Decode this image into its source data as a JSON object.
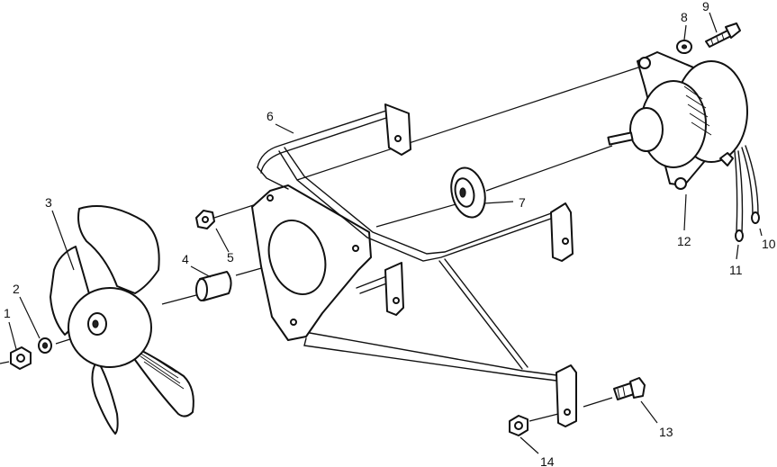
{
  "callouts": [
    {
      "id": "1",
      "part": "nut"
    },
    {
      "id": "2",
      "part": "washer"
    },
    {
      "id": "3",
      "part": "fan-blade"
    },
    {
      "id": "4",
      "part": "spacer"
    },
    {
      "id": "5",
      "part": "nut"
    },
    {
      "id": "6",
      "part": "bracket-frame"
    },
    {
      "id": "7",
      "part": "grommet"
    },
    {
      "id": "8",
      "part": "washer"
    },
    {
      "id": "9",
      "part": "screw"
    },
    {
      "id": "10",
      "part": "wire"
    },
    {
      "id": "11",
      "part": "wire"
    },
    {
      "id": "12",
      "part": "fan-motor"
    },
    {
      "id": "13",
      "part": "bolt"
    },
    {
      "id": "14",
      "part": "nut"
    }
  ]
}
